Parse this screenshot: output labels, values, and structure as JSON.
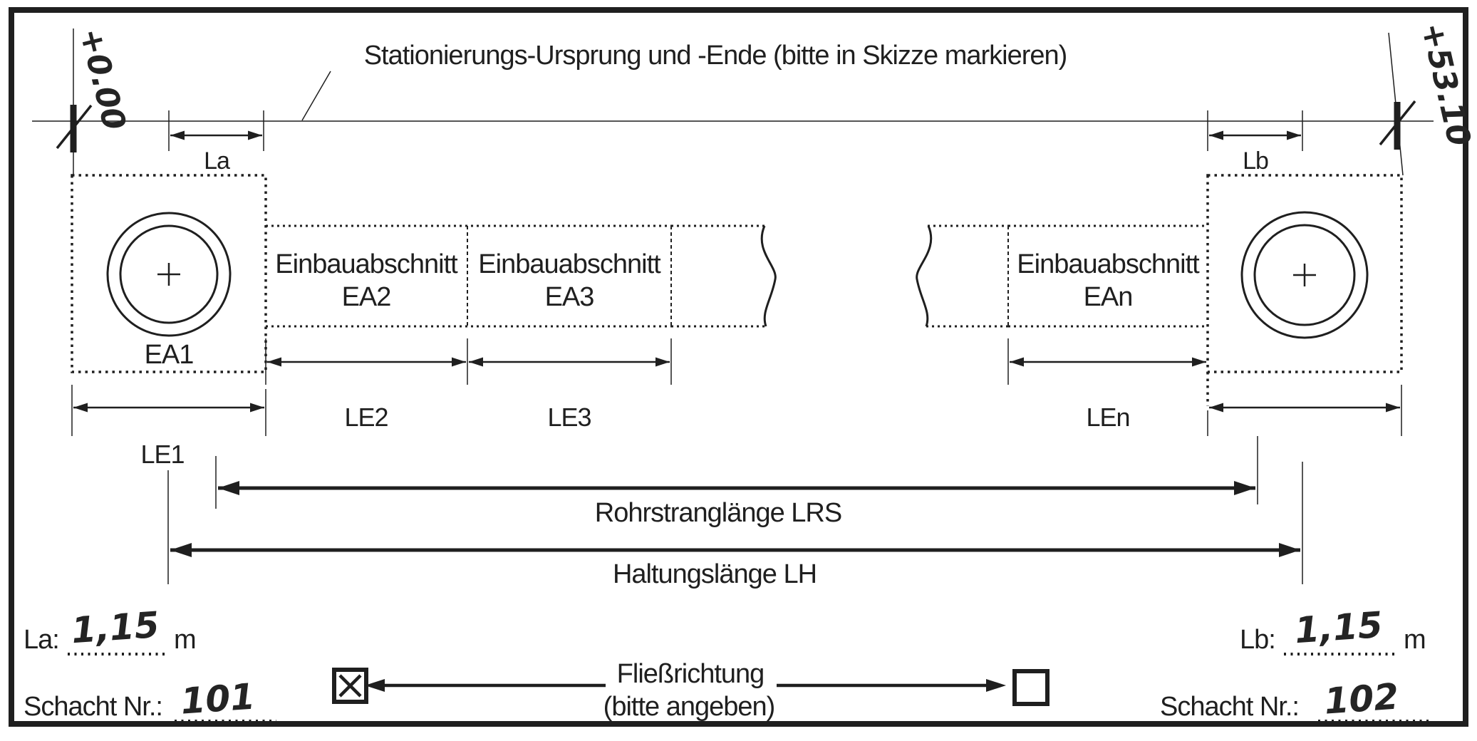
{
  "diagram": {
    "annotation": "Stationierungs-Ursprung und -Ende (bitte in Skizze markieren)",
    "station_origin": "+0.00",
    "station_end": "+53.10",
    "manhole_left_label": "EA1",
    "sections": {
      "word": "Einbauabschnitt",
      "ea2": "EA2",
      "ea3": "EA3",
      "ean": "EAn"
    },
    "dims": {
      "la": "La",
      "lb": "Lb",
      "le1": "LE1",
      "le2": "LE2",
      "le3": "LE3",
      "len": "LEn",
      "lrs": "Rohrstranglänge LRS",
      "lh": "Haltungslänge LH"
    },
    "ink_color": "#1f1f1f"
  },
  "form": {
    "la": {
      "label": "La:",
      "value": "1,15",
      "unit": "m"
    },
    "lb": {
      "label": "Lb:",
      "value": "1,15",
      "unit": "m"
    },
    "schacht_left": {
      "label": "Schacht Nr.:",
      "value": "101"
    },
    "schacht_right": {
      "label": "Schacht Nr.:",
      "value": "102"
    },
    "flow": {
      "title": "Fließrichtung",
      "subtitle": "(bitte angeben)",
      "left_checked": true,
      "right_checked": false
    }
  }
}
